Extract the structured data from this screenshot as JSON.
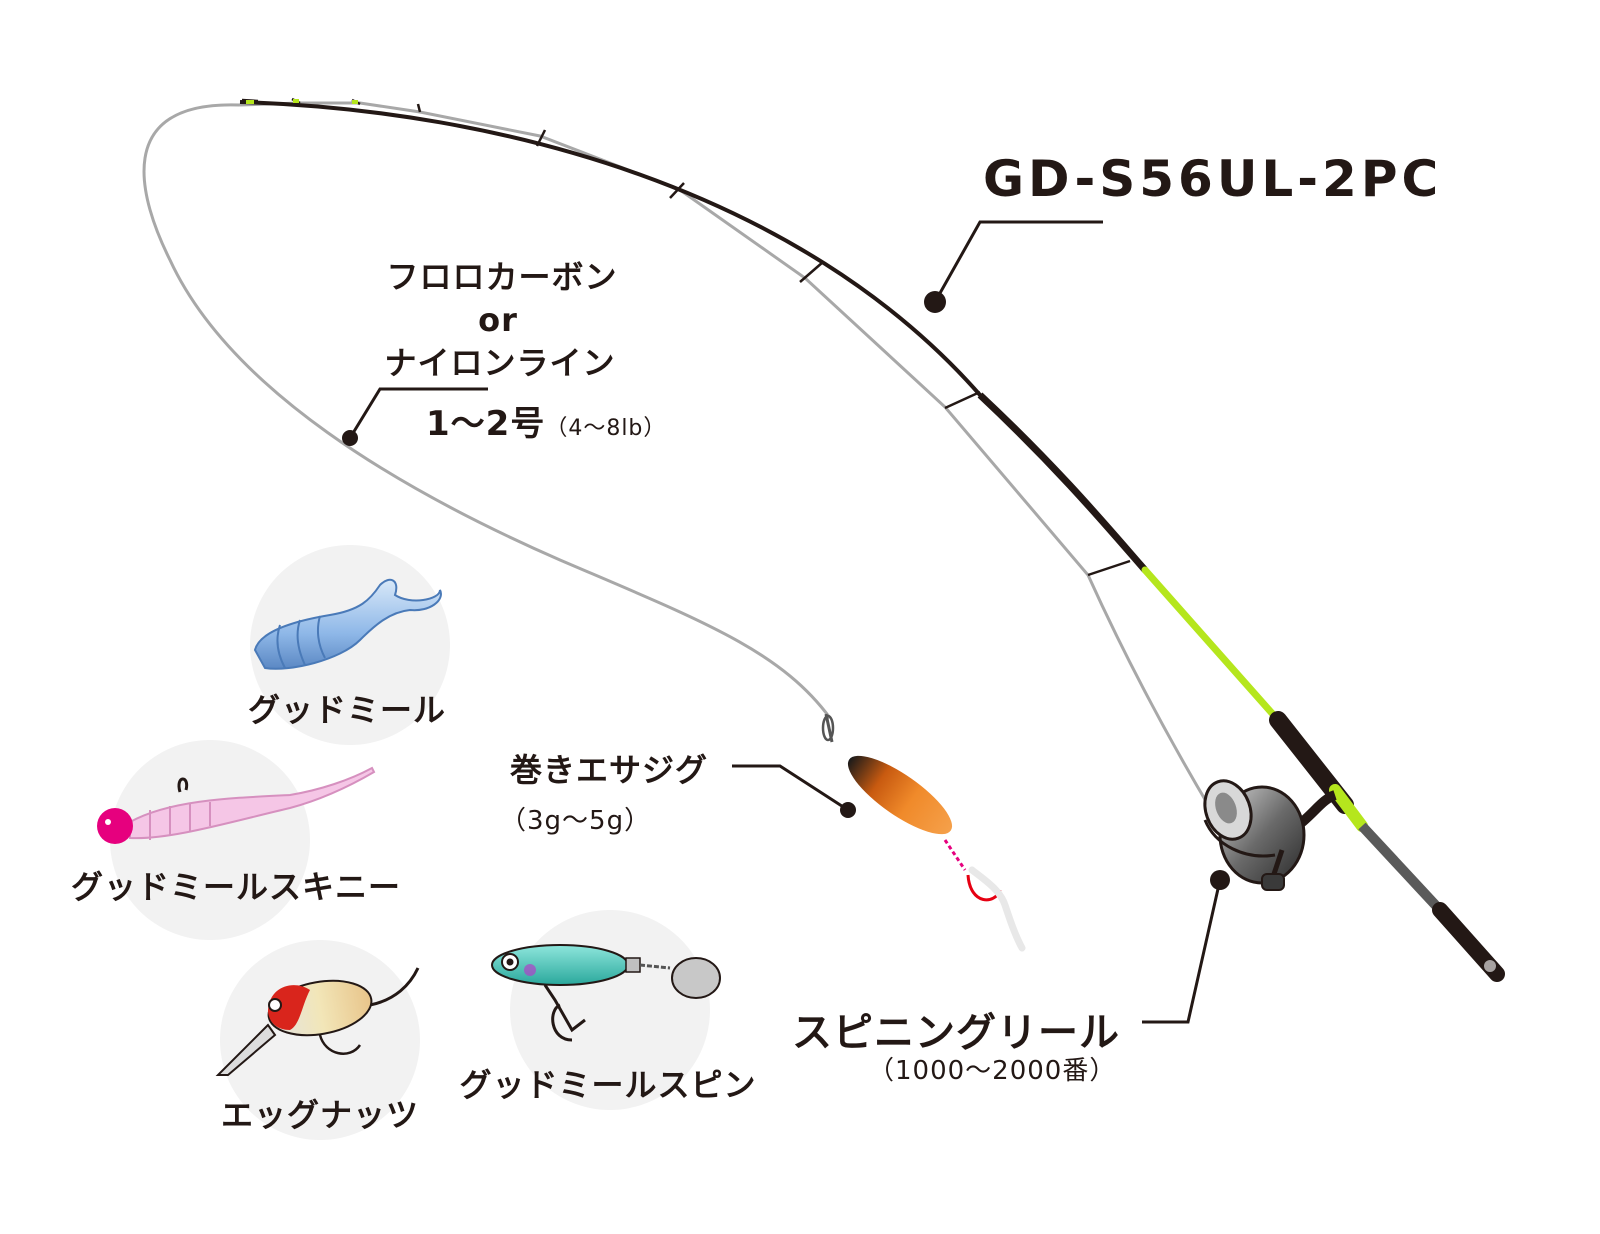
{
  "rod": {
    "model": "GD-S56UL-2PC"
  },
  "line": {
    "type_line1": "フロロカーボン",
    "type_line2": "or",
    "type_line3": "ナイロンライン",
    "size_main": "1～2号",
    "size_sub": "（4～8lb）"
  },
  "jig": {
    "name": "巻きエサジグ",
    "weight": "（3g～5g）"
  },
  "reel": {
    "name": "スピニングリール",
    "size": "（1000～2000番）"
  },
  "lures": [
    {
      "name": "グッドミール"
    },
    {
      "name": "グッドミールスキニー"
    },
    {
      "name": "エッグナッツ"
    },
    {
      "name": "グッドミールスピン"
    }
  ],
  "colors": {
    "text": "#231815",
    "rod_blank": "#231815",
    "rod_butt_accent": "#b5e61d",
    "line": "#a8a8a8",
    "lure_circle_bg": "#f2f2f2",
    "jig_body": "#ed7a1c",
    "soft_lure_blue": "#8fb8e8",
    "skinny_pink": "#f5c6e6",
    "jighead_pink": "#e6007e",
    "egg_nuts_red": "#d9251c",
    "spin_teal": "#3fc2b5"
  }
}
